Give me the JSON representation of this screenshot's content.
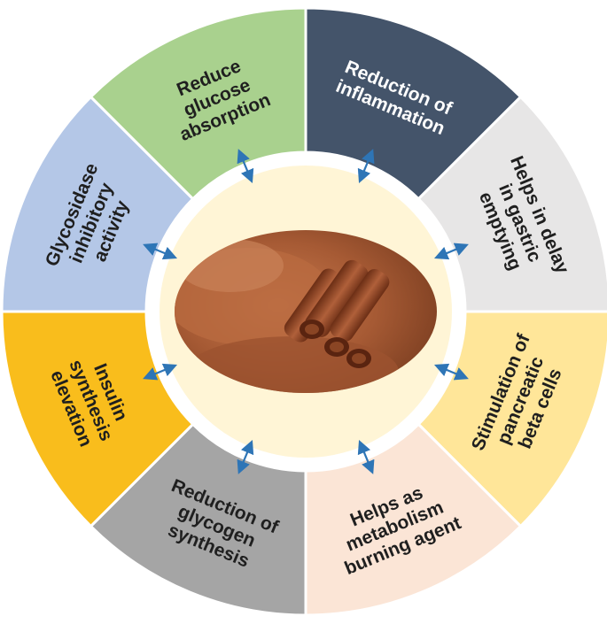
{
  "diagram": {
    "center": {
      "image": "cinnamon-powder-and-sticks"
    },
    "segments": [
      {
        "id": "reduction-of-inflammation",
        "lines": [
          "Reduction of",
          "inflammation"
        ],
        "fill": "#44546a",
        "text_color": "#ffffff"
      },
      {
        "id": "delay-gastric-emptying",
        "lines": [
          "Helps in delay",
          "in gastric",
          "emptying"
        ],
        "fill": "#e7e6e6",
        "text_color": "#1f1f1f"
      },
      {
        "id": "stimulation-pancreatic-beta-cells",
        "lines": [
          "Stimulation of",
          "pancreatic",
          "beta cells"
        ],
        "fill": "#ffe699",
        "text_color": "#1f1f1f"
      },
      {
        "id": "metabolism-burning-agent",
        "lines": [
          "Helps as",
          "metabolism",
          "burning agent"
        ],
        "fill": "#fbe5d6",
        "text_color": "#1f1f1f"
      },
      {
        "id": "reduction-glycogen-synthesis",
        "lines": [
          "Reduction of",
          "glycogen",
          "synthesis"
        ],
        "fill": "#a5a5a5",
        "text_color": "#1f1f1f"
      },
      {
        "id": "insulin-synthesis-elevation",
        "lines": [
          "Insulin",
          "synthesis",
          "elevation"
        ],
        "fill": "#f9bd1c",
        "text_color": "#1f1f1f"
      },
      {
        "id": "glycosidase-inhibitory-activity",
        "lines": [
          "Glycosidase",
          "inhibitory",
          "activity"
        ],
        "fill": "#b4c7e7",
        "text_color": "#1f1f1f"
      },
      {
        "id": "reduce-glucose-absorption",
        "lines": [
          "Reduce",
          "glucose",
          "absorption"
        ],
        "fill": "#a9d18e",
        "text_color": "#1f1f1f"
      }
    ],
    "colors": {
      "inner_disk": "#fff5d6",
      "arrow": "#2e75b6",
      "separator": "#ffffff"
    }
  }
}
